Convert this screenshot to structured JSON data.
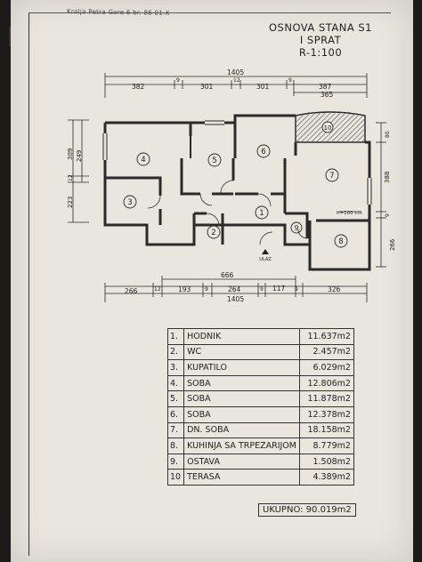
{
  "document": {
    "handwritten_note": "Kralja Petra Gore 6 br. 86 01-X",
    "title_lines": [
      "OSNOVA STANA S1",
      "I SPRAT",
      "R-1:100"
    ]
  },
  "plan": {
    "top_dimensions": {
      "total": "1405",
      "segments": [
        "382",
        "9",
        "301",
        "12",
        "301",
        "9",
        "387"
      ],
      "sub": "365"
    },
    "bottom_dimensions": {
      "total": "1405",
      "mid": "666",
      "segments": [
        "266",
        "12",
        "193",
        "9",
        "264",
        "9",
        "117",
        "9",
        "326"
      ]
    },
    "left_dimensions": [
      "309",
      "249",
      "12",
      "223"
    ],
    "right_dimensions": [
      "80",
      "388",
      "9",
      "266"
    ],
    "room_numbers": [
      "1",
      "2",
      "3",
      "4",
      "5",
      "6",
      "7",
      "8",
      "9",
      "10"
    ],
    "annotations": {
      "height_note": "h=100 cm",
      "entrance": "ULAZ"
    }
  },
  "legend": {
    "rows": [
      {
        "no": "1.",
        "name": "HODNIK",
        "area": "11.637m2"
      },
      {
        "no": "2.",
        "name": "WC",
        "area": "2.457m2"
      },
      {
        "no": "3.",
        "name": "KUPATILO",
        "area": "6.029m2"
      },
      {
        "no": "4.",
        "name": "SOBA",
        "area": "12.806m2"
      },
      {
        "no": "5.",
        "name": "SOBA",
        "area": "11.878m2"
      },
      {
        "no": "6.",
        "name": "SOBA",
        "area": "12.378m2"
      },
      {
        "no": "7.",
        "name": "DN. SOBA",
        "area": "18.158m2"
      },
      {
        "no": "8.",
        "name": "KUHINJA SA TRPEZARIJOM",
        "area": "8.779m2"
      },
      {
        "no": "9.",
        "name": "OSTAVA",
        "area": "1.508m2"
      },
      {
        "no": "10",
        "name": "TERASA",
        "area": "4.389m2"
      }
    ],
    "total": "UKUPNO: 90.019m2"
  }
}
